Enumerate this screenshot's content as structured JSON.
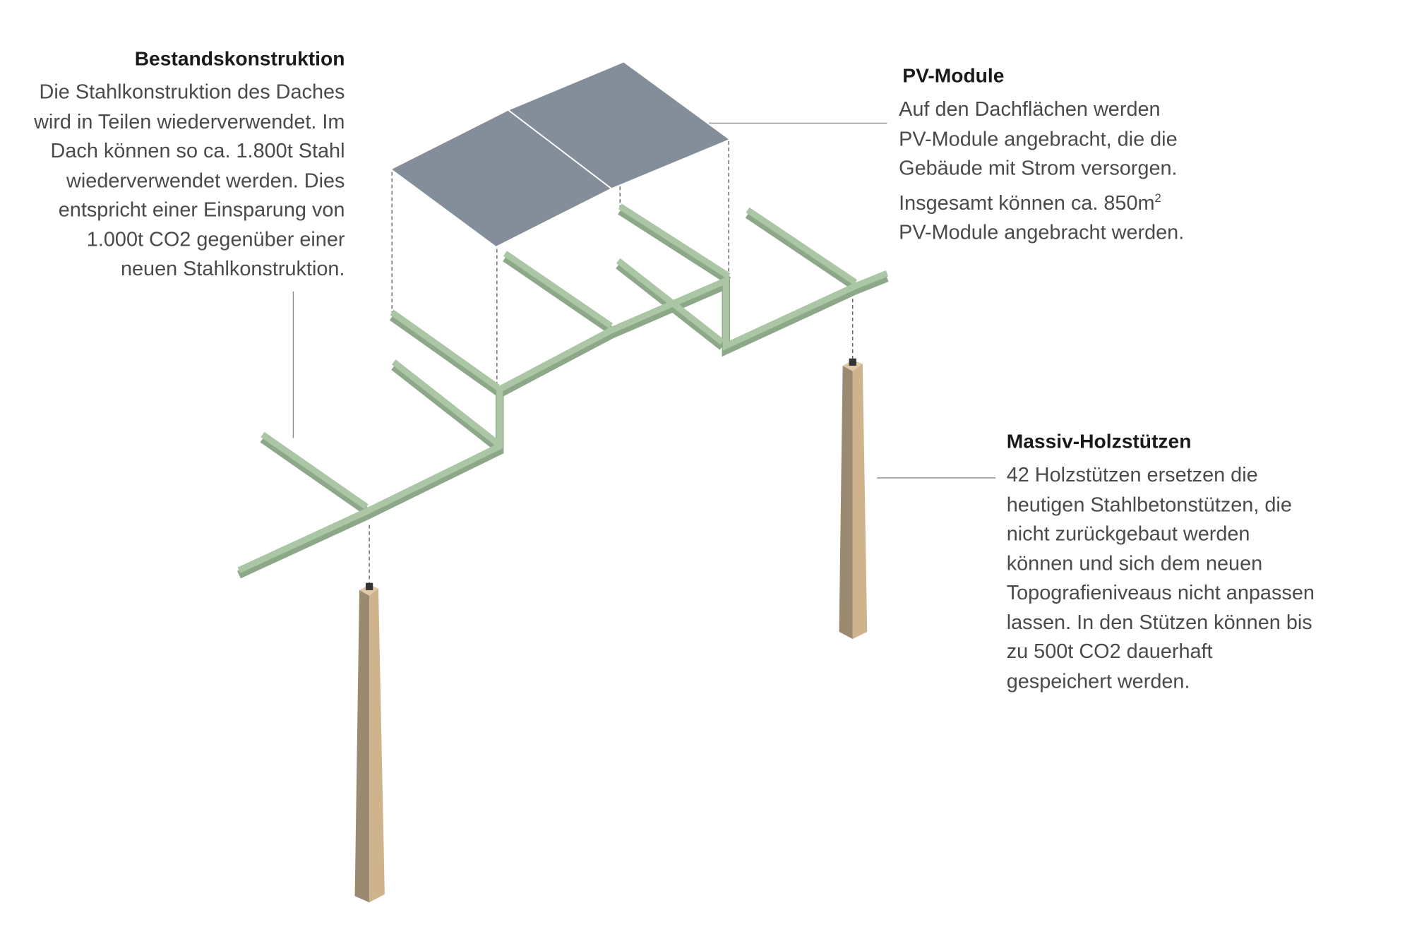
{
  "colors": {
    "panel": "#848e9a",
    "beam_top": "#aac6a4",
    "beam_side": "#8da889",
    "wood_light": "#cfb38c",
    "wood_dark": "#9a8a70",
    "leader": "#888888"
  },
  "labels": {
    "bestand": {
      "title": "Bestandskonstruktion",
      "lines": [
        "Die Stahlkonstruktion des Daches",
        "wird in Teilen wiederverwendet. Im",
        "Dach können so ca. 1.800t Stahl",
        "wiederverwendet werden. Dies",
        "entspricht einer Einsparung von",
        "1.000t CO2 gegenüber einer",
        "neuen Stahlkonstruktion."
      ]
    },
    "pv": {
      "title": "PV-Module",
      "lines": [
        "Auf den Dachflächen werden",
        "PV-Module angebracht, die die",
        "Gebäude mit Strom versorgen.",
        "Insgesamt können ca. 850m",
        "PV-Module angebracht werden."
      ],
      "sup": "2"
    },
    "holz": {
      "title": "Massiv-Holzstützen",
      "lines": [
        "42 Holzstützen ersetzen die",
        "heutigen Stahlbetonstützen, die",
        "nicht zurückgebaut werden",
        "können und sich dem neuen",
        "Topografieniveaus nicht anpassen",
        "lassen. In den Stützen können bis",
        "zu 500t CO2 dauerhaft",
        "gespeichert werden."
      ]
    }
  }
}
